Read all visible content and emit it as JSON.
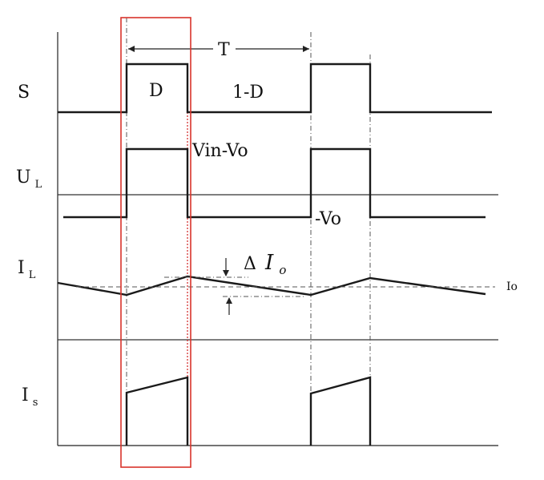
{
  "signals": {
    "s": "S",
    "ul": "U",
    "ul_sub": "L",
    "il": "I",
    "il_sub": "L",
    "is": "I",
    "is_sub": "s"
  },
  "labels": {
    "period": "T",
    "duty": "D",
    "duty_complement": "1-D",
    "vin_minus_vo": "Vin-Vo",
    "minus_vo": "-Vo",
    "delta_symbol": "Δ",
    "delta_i": "I",
    "delta_i_sub": "o",
    "io": "Io"
  },
  "colors": {
    "highlight": "#d9342b",
    "waveform": "#1a1a1a"
  }
}
